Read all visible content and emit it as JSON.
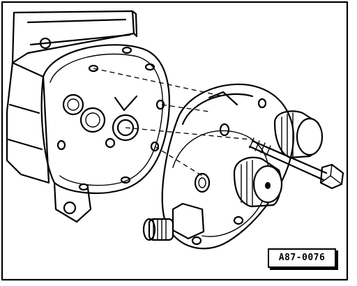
{
  "figure": {
    "reference_code": "A87-0076",
    "colors": {
      "ink": "#000000",
      "paper": "#ffffff"
    },
    "parts": [
      "frame",
      "compressor-housing",
      "rear-plate",
      "clutch-assembly",
      "output-shaft",
      "hub-bearing",
      "fixing-bolt",
      "alignment-dash-lines"
    ]
  }
}
